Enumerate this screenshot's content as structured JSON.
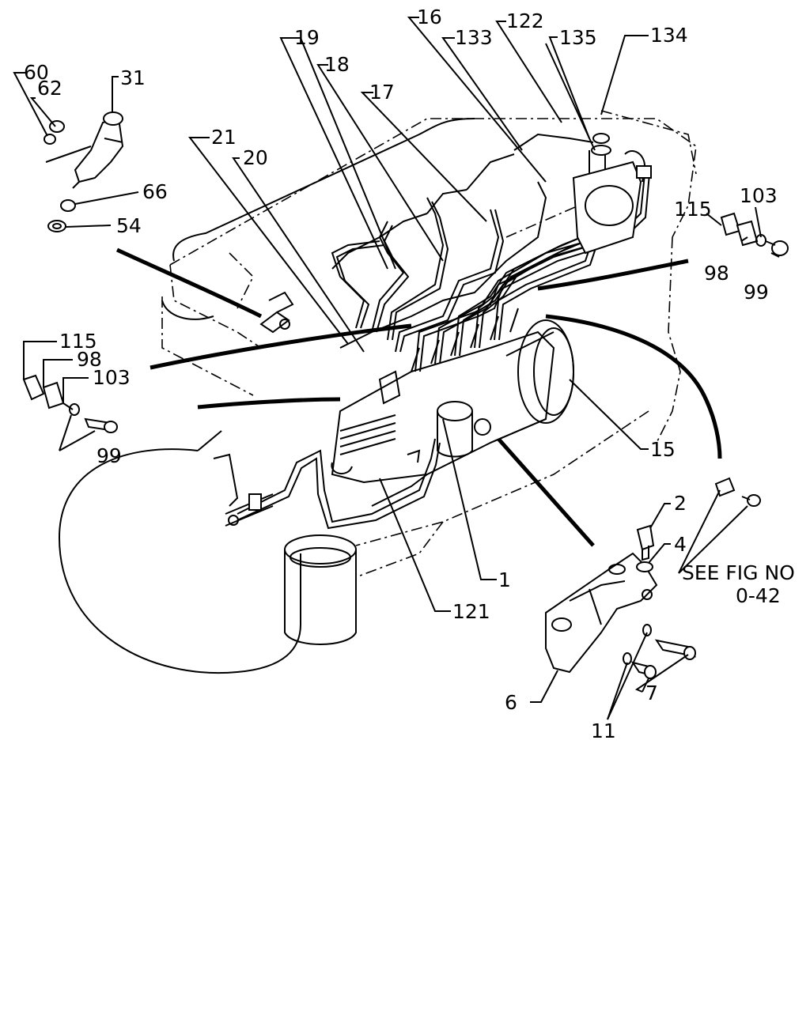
{
  "labels": {
    "l60": "60",
    "l62": "62",
    "l31": "31",
    "l66": "66",
    "l54": "54",
    "l21": "21",
    "l20": "20",
    "l19": "19",
    "l18": "18",
    "l17": "17",
    "l16": "16",
    "l133": "133",
    "l122": "122",
    "l135": "135",
    "l134": "134",
    "l115a": "115",
    "l103a": "103",
    "l98a": "98",
    "l99a": "99",
    "l115b": "115",
    "l98b": "98",
    "l103b": "103",
    "l99b": "99",
    "l15": "15",
    "l2": "2",
    "l4": "4",
    "l1": "1",
    "l121": "121",
    "l6": "6",
    "l7": "7",
    "l11": "11"
  },
  "reference": {
    "line1": "SEE FIG NO",
    "line2": "0-42"
  }
}
